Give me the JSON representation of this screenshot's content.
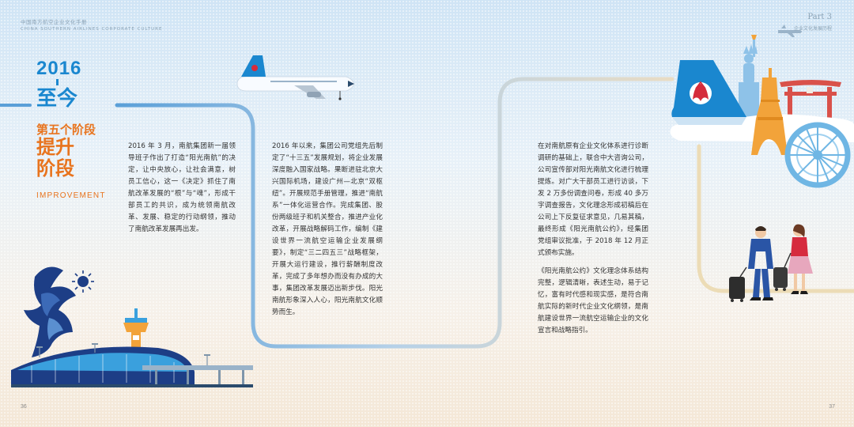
{
  "header": {
    "left_cn": "中国南方航空企业文化手册",
    "left_en": "CHINA SOUTHERN AIRLINES CORPORATE CULTURE",
    "part": "Part 3",
    "part_sub": "企业文化发展历程"
  },
  "stage": {
    "year": "2016",
    "until": "至今",
    "number": "第五个阶段",
    "name": "提升阶段",
    "name_en": "IMPROVEMENT"
  },
  "columns": {
    "col1": "2016 年 3 月，南航集团新一届领导班子作出了打造“阳光南航”的决定，让中央放心，让社会满意，树员工信心，这一《决定》抓住了南航改革发展的“根”与“魂”，形成干部员工的共识，成为统领南航改革、发展、稳定的行动纲领，推动了南航改革发展再出发。",
    "col2": "2016 年以来，集团公司党组先后制定了“十三五”发展规划，将企业发展深度融入国家战略。果断进驻北京大兴国际机场，建设广州—北京“双枢纽”。开展规范手册管理，推进“南航系”一体化运营合作。完成集团、股份两级班子和机关整合，推进产业化改革，开展战略解码工作，编制《建设世界一流航空运输企业发展纲要》，制定“三二四五三”战略框架，开展大运行建设，推行薪酬制度改革，完成了多年想办而没有办成的大事，集团改革发展迈出新步伐。阳光南航形象深入人心，阳光南航文化顺势而生。",
    "col3_p1": "在对南航原有企业文化体系进行诊断调研的基础上，联合中大咨询公司，公司宣传部对阳光南航文化进行梳理提炼。对广大干部员工进行访谈，下发 2 万多份调查问卷，形成 40 多万字调查报告，文化理念形成初稿后在公司上下反复征求意见，几易其稿，最终形成《阳光南航公约》，经集团党组审议批准，于 2018 年 12 月正式颁布实施。",
    "col3_p2": "《阳光南航公约》文化理念体系结构完整，逻辑清晰，表述生动，易于记忆，富有时代感和现实感，是符合南航实际的新时代企业文化纲领，是南航建设世界一流航空运输企业的文化宣言和战略指引。"
  },
  "pages": {
    "left": "36",
    "right": "37"
  },
  "colors": {
    "brand_blue": "#1a87cf",
    "accent_orange": "#e8741e",
    "logo_red": "#d52b3b",
    "airport_navy": "#1d3e86"
  },
  "icons": [
    "airplane-illustration",
    "airline-tail-logo",
    "statue-of-liberty",
    "eiffel-tower",
    "torii-gate",
    "ferris-wheel",
    "phoenix-sculpture",
    "control-tower",
    "airport-terminal",
    "traveler-couple"
  ]
}
